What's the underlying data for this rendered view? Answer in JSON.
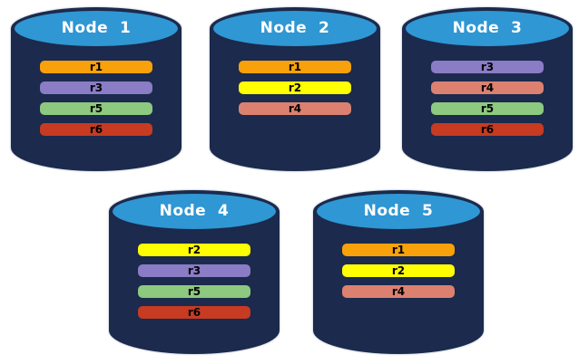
{
  "colors": {
    "cylinder_body": "#1B2A4D",
    "cylinder_top": "#2F97D3",
    "node_title_text": "#FFFFFF",
    "replica_label_text": "#000000",
    "replicas": {
      "r1": "#F9A10B",
      "r2": "#FFFF00",
      "r3": "#8A7CC5",
      "r4": "#DC8170",
      "r5": "#8DC97E",
      "r6": "#C63B22"
    }
  },
  "nodes": [
    {
      "name": "Node  1",
      "replicas": [
        "r1",
        "r3",
        "r5",
        "r6"
      ]
    },
    {
      "name": "Node  2",
      "replicas": [
        "r1",
        "r2",
        "r4"
      ]
    },
    {
      "name": "Node  3",
      "replicas": [
        "r3",
        "r4",
        "r5",
        "r6"
      ]
    },
    {
      "name": "Node  4",
      "replicas": [
        "r2",
        "r3",
        "r5",
        "r6"
      ]
    },
    {
      "name": "Node  5",
      "replicas": [
        "r1",
        "r2",
        "r4"
      ]
    }
  ]
}
